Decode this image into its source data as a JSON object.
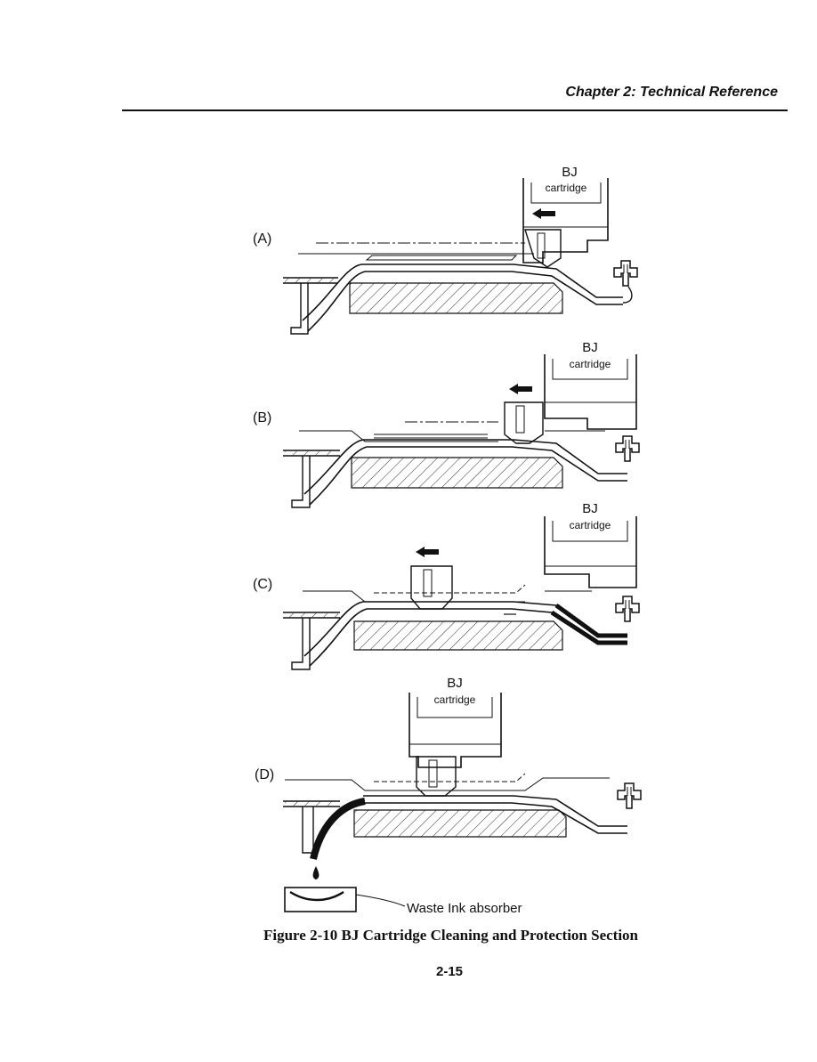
{
  "header": {
    "title": "Chapter 2: Technical Reference"
  },
  "figure": {
    "panels": [
      {
        "id": "A",
        "label": "(A)",
        "cartridge_top": "BJ",
        "cartridge_bottom": "cartridge"
      },
      {
        "id": "B",
        "label": "(B)",
        "cartridge_top": "BJ",
        "cartridge_bottom": "cartridge"
      },
      {
        "id": "C",
        "label": "(C)",
        "cartridge_top": "BJ",
        "cartridge_bottom": "cartridge"
      },
      {
        "id": "D",
        "label": "(D)",
        "cartridge_top": "BJ",
        "cartridge_bottom": "cartridge"
      }
    ],
    "waste_label": "Waste Ink absorber",
    "caption": "Figure 2-10 BJ Cartridge Cleaning and Protection Section"
  },
  "footer": {
    "page_number": "2-15"
  }
}
